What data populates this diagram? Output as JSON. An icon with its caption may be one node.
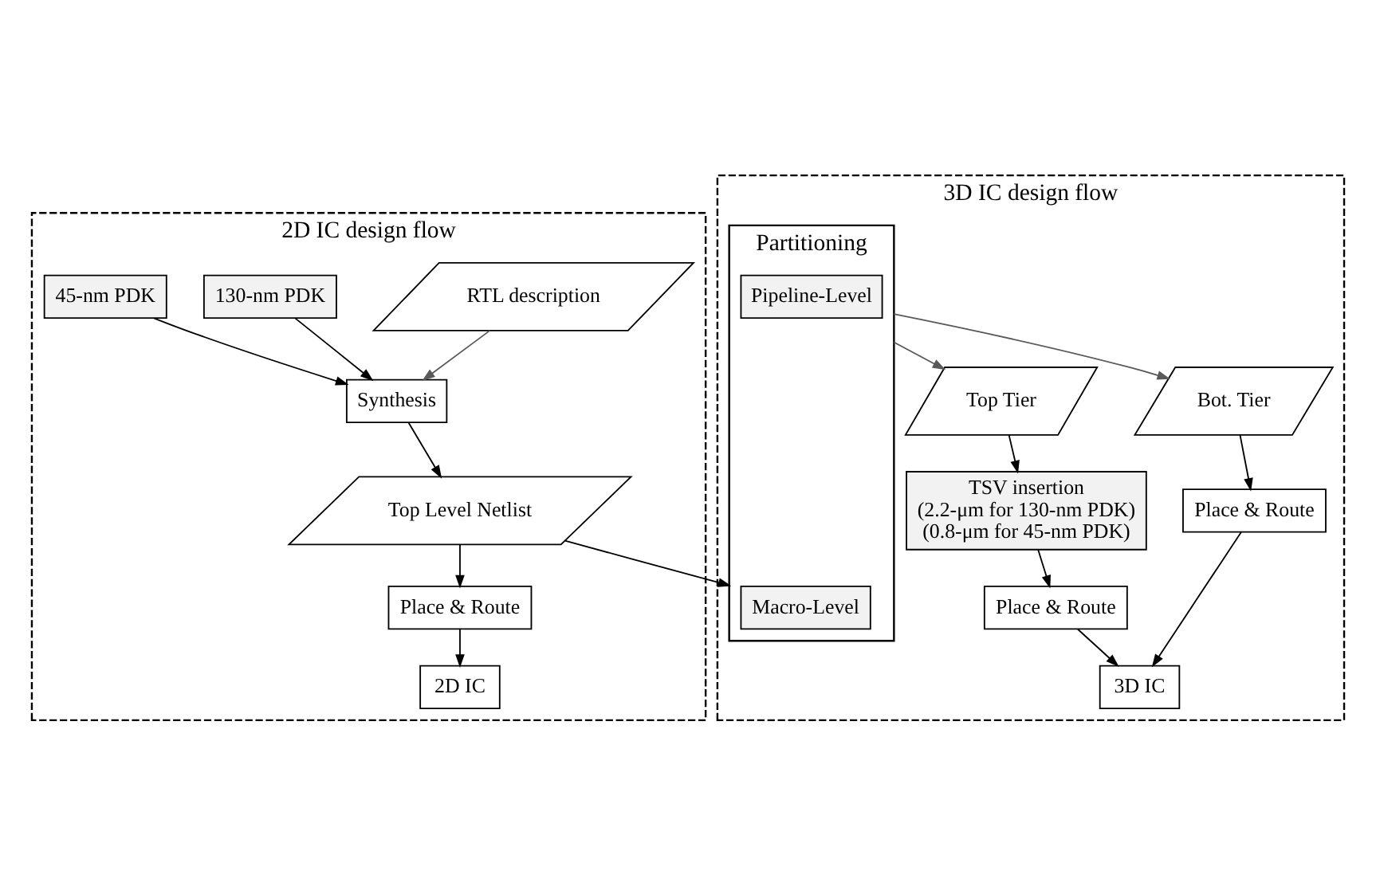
{
  "diagram": {
    "nodes": [
      {
        "text": [
          "2D IC design flow"
        ]
      },
      {
        "text": [
          "RTL description"
        ],
        "in": 0
      },
      {
        "text": [
          "130-nm PDK"
        ],
        "in": 0
      },
      {
        "text": [
          "45-nm PDK"
        ],
        "in": 0
      },
      {
        "text": [
          "Synthesis"
        ],
        "in": 0
      },
      {
        "text": [
          "Top Level Netlist"
        ],
        "in": 0
      },
      {
        "text": [
          "Place & Route"
        ],
        "in": 0
      },
      {
        "text": [
          "2D IC"
        ],
        "in": 0
      },
      {
        "text": [
          "3D IC design flow"
        ]
      },
      {
        "text": [
          "Partitioning"
        ],
        "in": 8
      },
      {
        "text": [
          "Macro-Level"
        ],
        "in": 9
      },
      {
        "text": [
          "Pipeline-Level"
        ],
        "in": 9
      },
      {
        "text": [
          "Top Tier"
        ],
        "in": 8
      },
      {
        "text": [
          "Bot. Tier"
        ],
        "in": 8
      },
      {
        "text": [
          "TSV insertion",
          "(2.2-μm for 130-nm PDK)",
          "(0.8-μm for 45-nm PDK)"
        ],
        "in": 8
      },
      {
        "text": [
          "Place & Route"
        ],
        "in": 8
      },
      {
        "text": [
          "Place & Route"
        ],
        "in": 8
      },
      {
        "text": [
          "3D IC"
        ],
        "in": 8
      }
    ],
    "edges": [
      {
        "from": 1,
        "to": 4,
        "arrow": "to",
        "color": "#595959"
      },
      {
        "from": 2,
        "to": 4,
        "arrow": "to"
      },
      {
        "from": 3,
        "to": 4,
        "arrow": "to"
      },
      {
        "from": 4,
        "to": 5,
        "arrow": "to"
      },
      {
        "from": 5,
        "to": 9,
        "arrow": "to"
      },
      {
        "from": 5,
        "to": 6,
        "arrow": "to"
      },
      {
        "from": 6,
        "to": 7,
        "arrow": "to"
      },
      {
        "from": 9,
        "to": 12,
        "arrow": "to",
        "color": "#595959"
      },
      {
        "from": 9,
        "to": 13,
        "arrow": "to",
        "color": "#595959"
      },
      {
        "from": 12,
        "to": 14,
        "arrow": "to"
      },
      {
        "from": 14,
        "to": 15,
        "arrow": "to"
      },
      {
        "from": 13,
        "to": 16,
        "arrow": "to"
      },
      {
        "from": 15,
        "to": 17,
        "arrow": "to"
      },
      {
        "from": 16,
        "to": 17,
        "arrow": "to"
      }
    ]
  }
}
